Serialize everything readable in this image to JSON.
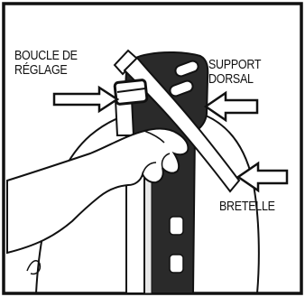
{
  "labels": {
    "adjustment_buckle": [
      "BOUCLE DE",
      "RÉGLAGE"
    ],
    "back_support": [
      "SUPPORT",
      "DORSAL"
    ],
    "strap": [
      "BRETELLE"
    ]
  },
  "colors": {
    "ink": "#111111",
    "paper": "#ffffff",
    "support_fill": "#2a2a2a",
    "strap_fill": "#ffffff"
  }
}
